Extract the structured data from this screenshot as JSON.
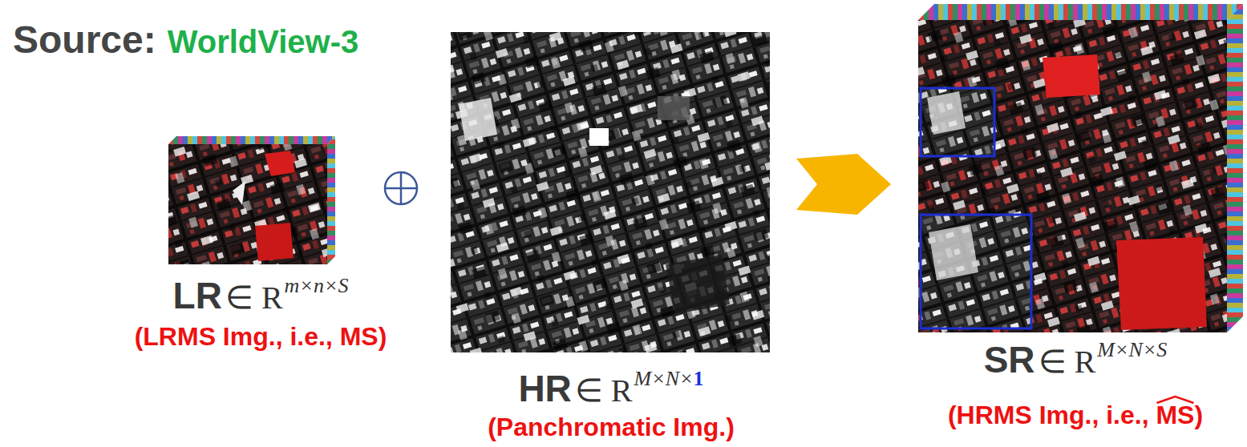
{
  "diagram": {
    "title": "Source:",
    "nodes": [
      {
        "text": [
          "LR",
          "∈ R",
          "m×n×S",
          "(LRMS Img., i.e., MS)"
        ]
      },
      {
        "text": [
          "HR",
          "∈ R",
          "M×N×",
          "1",
          "(Panchromatic Img.)"
        ]
      },
      {
        "text": [
          "SR",
          "∈ R",
          "M×N×S",
          "(HRMS Img., i.e., MS)"
        ]
      }
    ],
    "edges": [
      {
        "from": 1,
        "to": 2,
        "arrow": "to"
      }
    ],
    "labels": [
      "WorldView-3"
    ]
  }
}
